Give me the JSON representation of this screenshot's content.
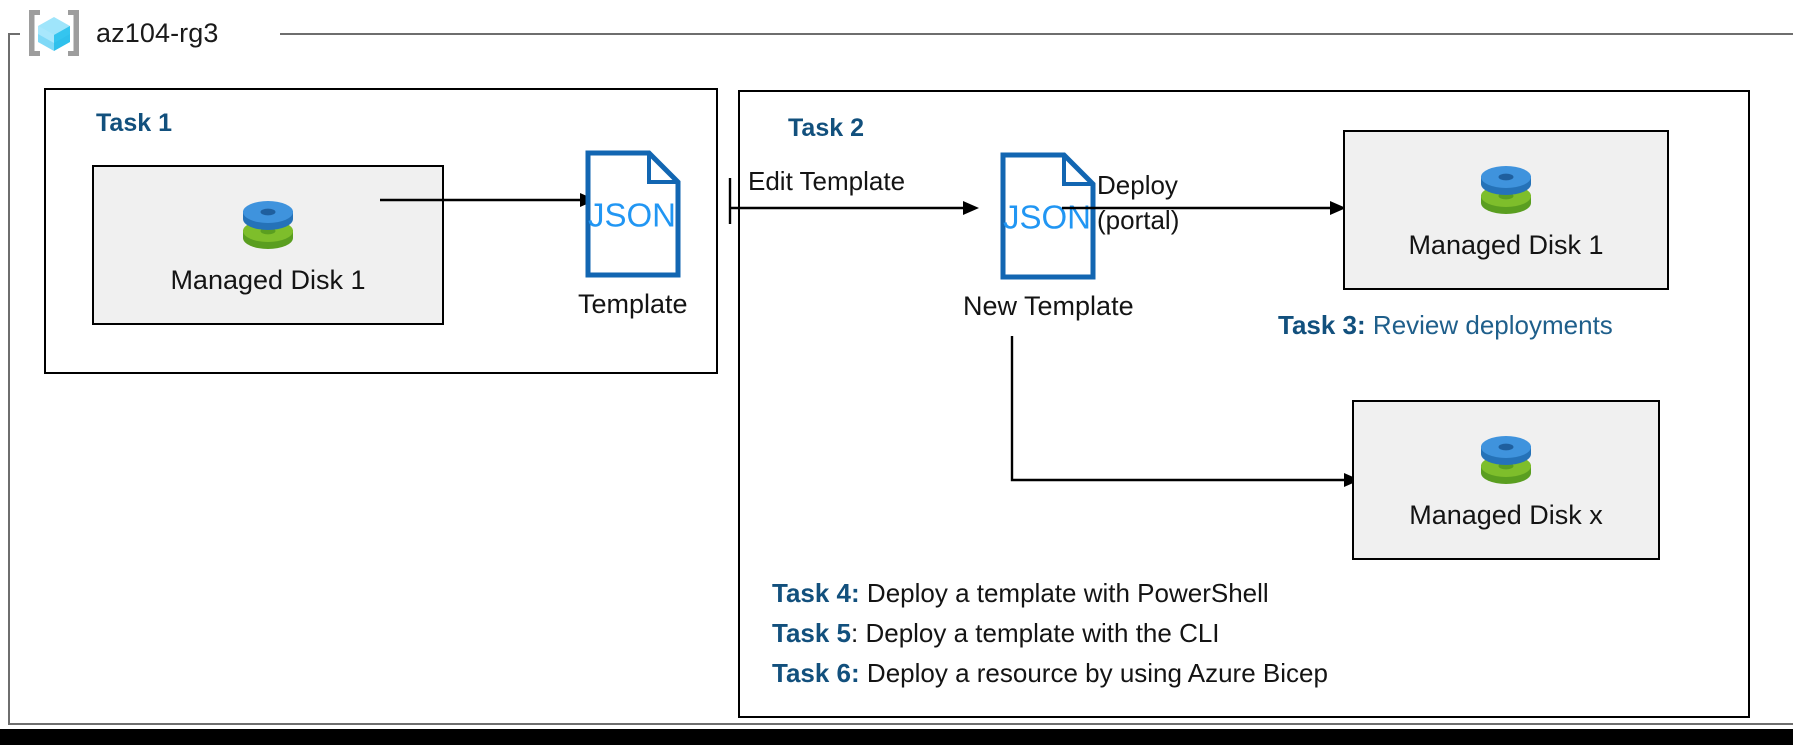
{
  "resource_group": {
    "name": "az104-rg3",
    "icon": "azure-resource-group-icon"
  },
  "panels": {
    "task1": {
      "heading": "Task 1"
    },
    "task2": {
      "heading": "Task 2"
    }
  },
  "resources": [
    {
      "id": "disk1",
      "label": "Managed Disk 1",
      "icon": "managed-disk-icon"
    },
    {
      "id": "disk2",
      "label": "Managed Disk 1",
      "icon": "managed-disk-icon"
    },
    {
      "id": "diskx",
      "label": "Managed Disk x",
      "icon": "managed-disk-icon"
    }
  ],
  "templates": [
    {
      "id": "template1",
      "doc_text": "JSON",
      "caption": "Template",
      "icon": "json-document-icon"
    },
    {
      "id": "template2",
      "doc_text": "JSON",
      "caption": "New Template",
      "icon": "json-document-icon"
    }
  ],
  "edges": {
    "disk_to_template": {
      "label": ""
    },
    "edit_template": {
      "label": "Edit Template"
    },
    "deploy": {
      "label_top": "Deploy",
      "label_bottom": "(portal)"
    },
    "deploy_to_diskx": {
      "label": ""
    }
  },
  "notes": [
    {
      "id": "task3",
      "tag": "Task 3:",
      "text": " Review deployments",
      "style": "blue"
    },
    {
      "id": "task4",
      "tag": "Task 4:",
      "text": " Deploy a template with PowerShell",
      "style": "black"
    },
    {
      "id": "task5",
      "tag": "Task 5",
      "text": ": Deploy a template with the CLI",
      "style": "black"
    },
    {
      "id": "task6",
      "tag": "Task 6:",
      "text": " Deploy a resource by using Azure Bicep",
      "style": "black"
    }
  ],
  "colors": {
    "task_heading": "#12507d",
    "note_blue": "#1f5f8b",
    "json_blue": "#1f6fc4",
    "json_border": "#1266b2",
    "disk_blue": "#3d91dd",
    "disk_green": "#77bc2a",
    "rg_border": "#6e6e6e",
    "panel_border": "#000000",
    "resource_fill": "#f0f0f0"
  }
}
